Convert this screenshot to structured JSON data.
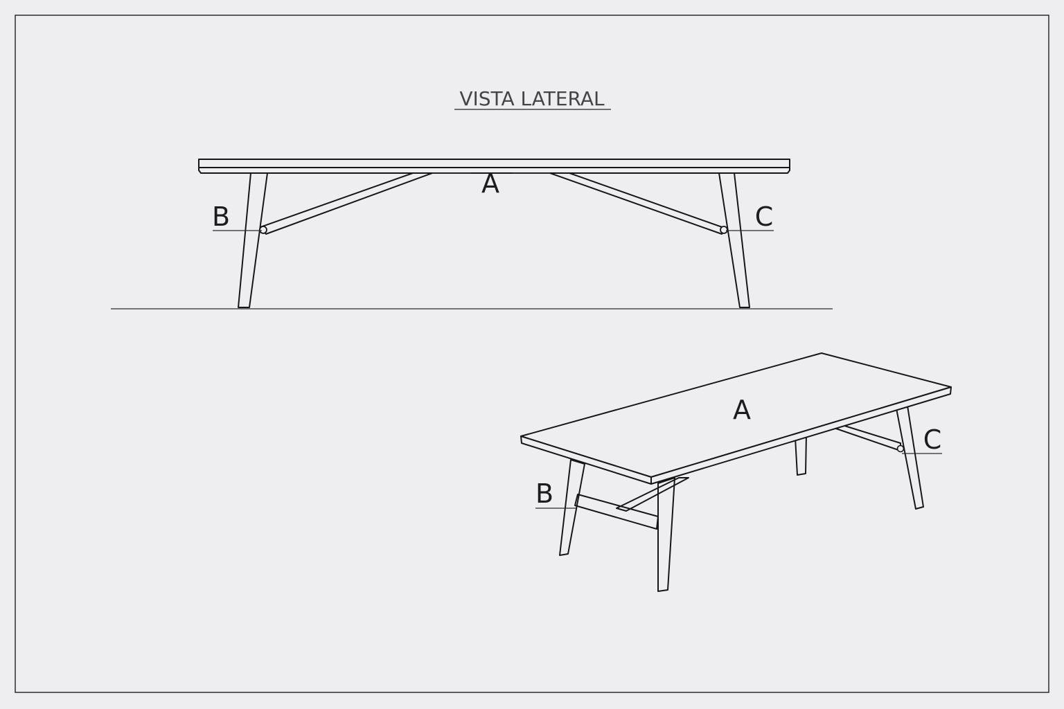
{
  "title": "VISTA LATERAL",
  "side_view": {
    "label_top": "A",
    "label_left": "B",
    "label_right": "C"
  },
  "perspective_view": {
    "label_top": "A",
    "label_left": "B",
    "label_right": "C"
  }
}
